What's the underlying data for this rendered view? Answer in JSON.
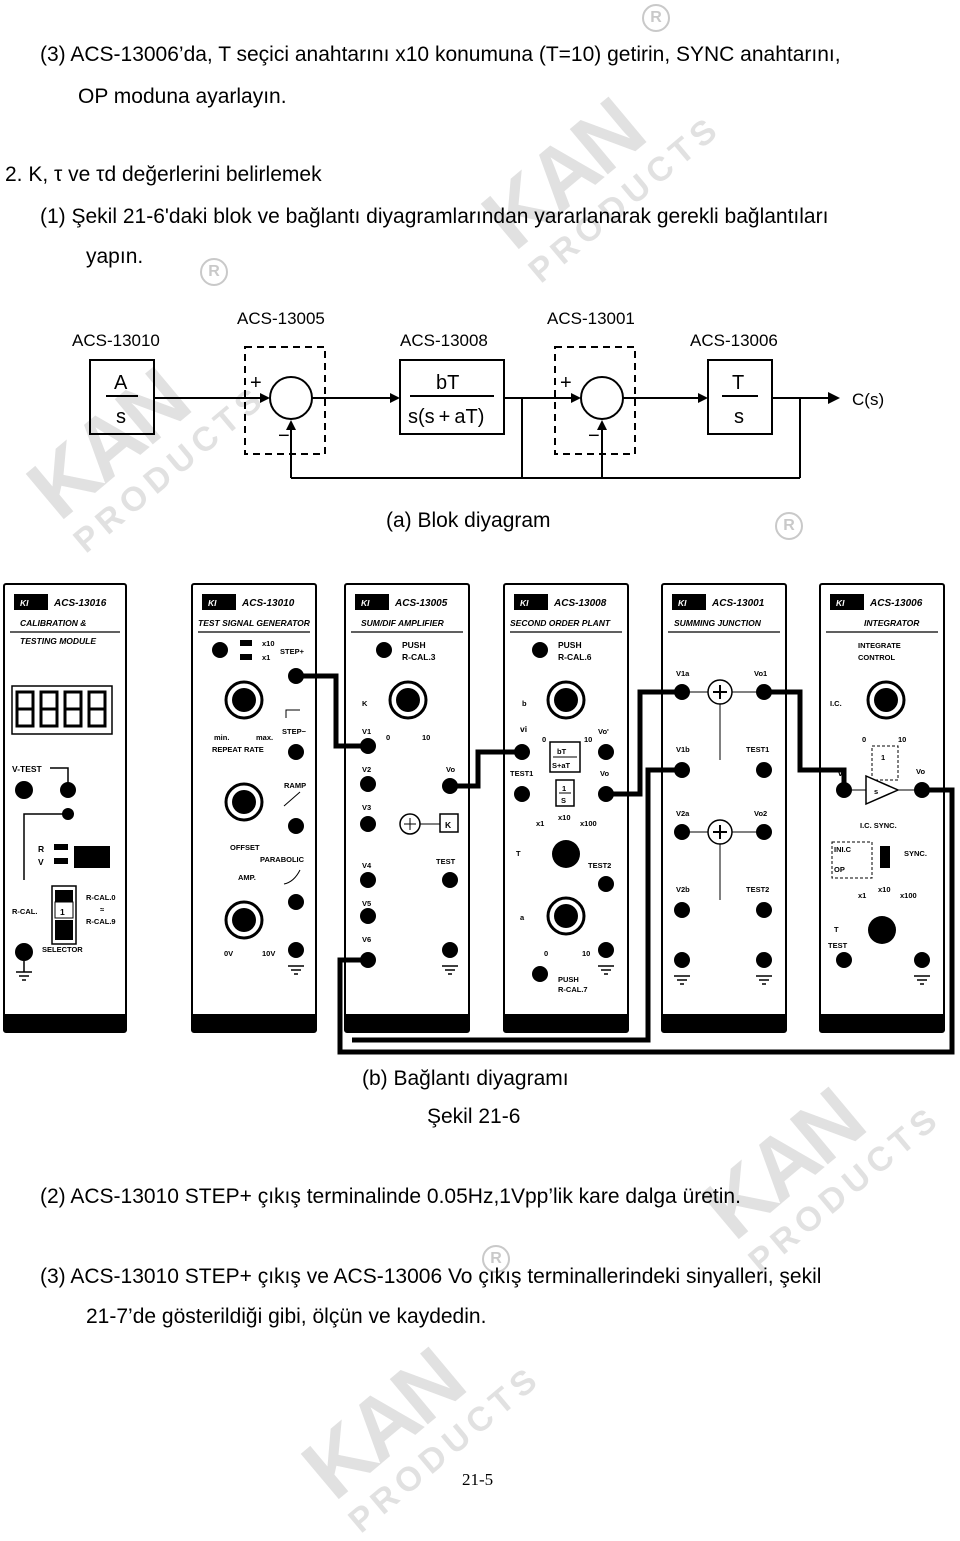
{
  "step3_op": "(3) ACS-13006’da, T seçici anahtarını x10 konumuna (T=10) getirin, SYNC anahtarını,",
  "step3_op_cont": "OP moduna ayarlayın.",
  "section2_title": "2.  K, τ ve τd değerlerini belirlemek",
  "step1": "(1)  Şekil 21-6'daki blok ve bağlantı diyagramlarından yararlanarak gerekli bağlantıları",
  "step1_cont": "yapın.",
  "block": {
    "mod_13010": "ACS-13010",
    "mod_13005": "ACS-13005",
    "mod_13008": "ACS-13008",
    "mod_13001": "ACS-13001",
    "mod_13006": "ACS-13006",
    "tf1_num": "A",
    "tf1_den": "s",
    "tf2_num": "bT",
    "tf2_den": "s(s + aT)",
    "tf3_num": "T",
    "tf3_den": "s",
    "output": "C(s)",
    "plus": "+",
    "minus": "−"
  },
  "caption_a": "(a) Blok diyagram",
  "panels": [
    {
      "code": "ACS-13016",
      "title": "CALIBRATION &",
      "sub": "TESTING MODULE"
    },
    {
      "code": "ACS-13010",
      "title": "TEST SIGNAL GENERATOR",
      "sub": ""
    },
    {
      "code": "ACS-13005",
      "title": "SUM/DIF AMPLIFIER",
      "sub": ""
    },
    {
      "code": "ACS-13008",
      "title": "SECOND ORDER PLANT",
      "sub": ""
    },
    {
      "code": "ACS-13001",
      "title": "SUMMING JUNCTION",
      "sub": ""
    },
    {
      "code": "ACS-13006",
      "title": "INTEGRATOR",
      "sub": ""
    }
  ],
  "panel_labels": {
    "p1": {
      "vtest": "V-TEST",
      "r": "R",
      "v": "V",
      "rcal": "R-CAL.",
      "rcal0": "R-CAL.0",
      "tilde": "≈",
      "rcal9": "R-CAL.9",
      "selector": "SELECTOR",
      "digit": "1"
    },
    "p2": {
      "x10": "x10",
      "x1": "x1",
      "step_plus": "STEP+",
      "min": "min.",
      "max": "max.",
      "repeat": "REPEAT RATE",
      "step_minus": "STEP−",
      "ramp": "RAMP",
      "offset": "OFFSET",
      "parabolic": "PARABOLIC",
      "amp": "AMP.",
      "v0": "0V",
      "v10": "10V"
    },
    "p3": {
      "push": "PUSH",
      "rcal": "R-CAL.3",
      "k": "K",
      "zero": "0",
      "ten": "10",
      "v1": "V1",
      "v2": "V2",
      "v3": "V3",
      "v4": "V4",
      "v5": "V5",
      "v6": "V6",
      "vo": "Vo",
      "test": "TEST",
      "kbox": "K"
    },
    "p4": {
      "push": "PUSH",
      "rcal": "R-CAL.6",
      "b": "b",
      "vi": "vi",
      "vo_p": "Vo'",
      "zero": "0",
      "ten": "10",
      "bt": "bT",
      "staT": "S+aT",
      "test1": "TEST1",
      "vo": "Vo",
      "one": "1",
      "s": "S",
      "x1": "x1",
      "x10": "x10",
      "x100": "x100",
      "t": "T",
      "test2": "TEST2",
      "a": "a",
      "push2": "PUSH",
      "rcal7": "R-CAL.7"
    },
    "p5": {
      "v1a": "V1a",
      "vo1": "Vo1",
      "v1b": "V1b",
      "test1": "TEST1",
      "v2a": "V2a",
      "vo2": "Vo2",
      "v2b": "V2b",
      "test2": "TEST2"
    },
    "p6": {
      "integrate": "INTEGRATE",
      "control": "CONTROL",
      "ic": "I.C.",
      "zero": "0",
      "ten": "10",
      "vi": "vi",
      "vo": "Vo",
      "one": "1",
      "s": "s",
      "icsync": "I.C. SYNC.",
      "inic": "INI.C",
      "op": "OP",
      "sync": "SYNC.",
      "x1": "x1",
      "x10": "x10",
      "x100": "x100",
      "t": "T",
      "test": "TEST"
    }
  },
  "caption_b": "(b) Bağlantı diyagramı",
  "figure_label": "Şekil 21-6",
  "step2": "(2)  ACS-13010 STEP+ çıkış terminalinde 0.05Hz,1Vpp’lik kare dalga üretin.",
  "step3": "(3)  ACS-13010 STEP+ çıkış ve ACS-13006 Vo çıkış terminallerindeki sinyalleri, şekil",
  "step3_cont": "21-7’de gösterildiği gibi, ölçün ve kaydedin.",
  "page_number": "21-5",
  "watermark": {
    "brand": "KAN",
    "products": "PRODUCTS",
    "reg": "R"
  }
}
